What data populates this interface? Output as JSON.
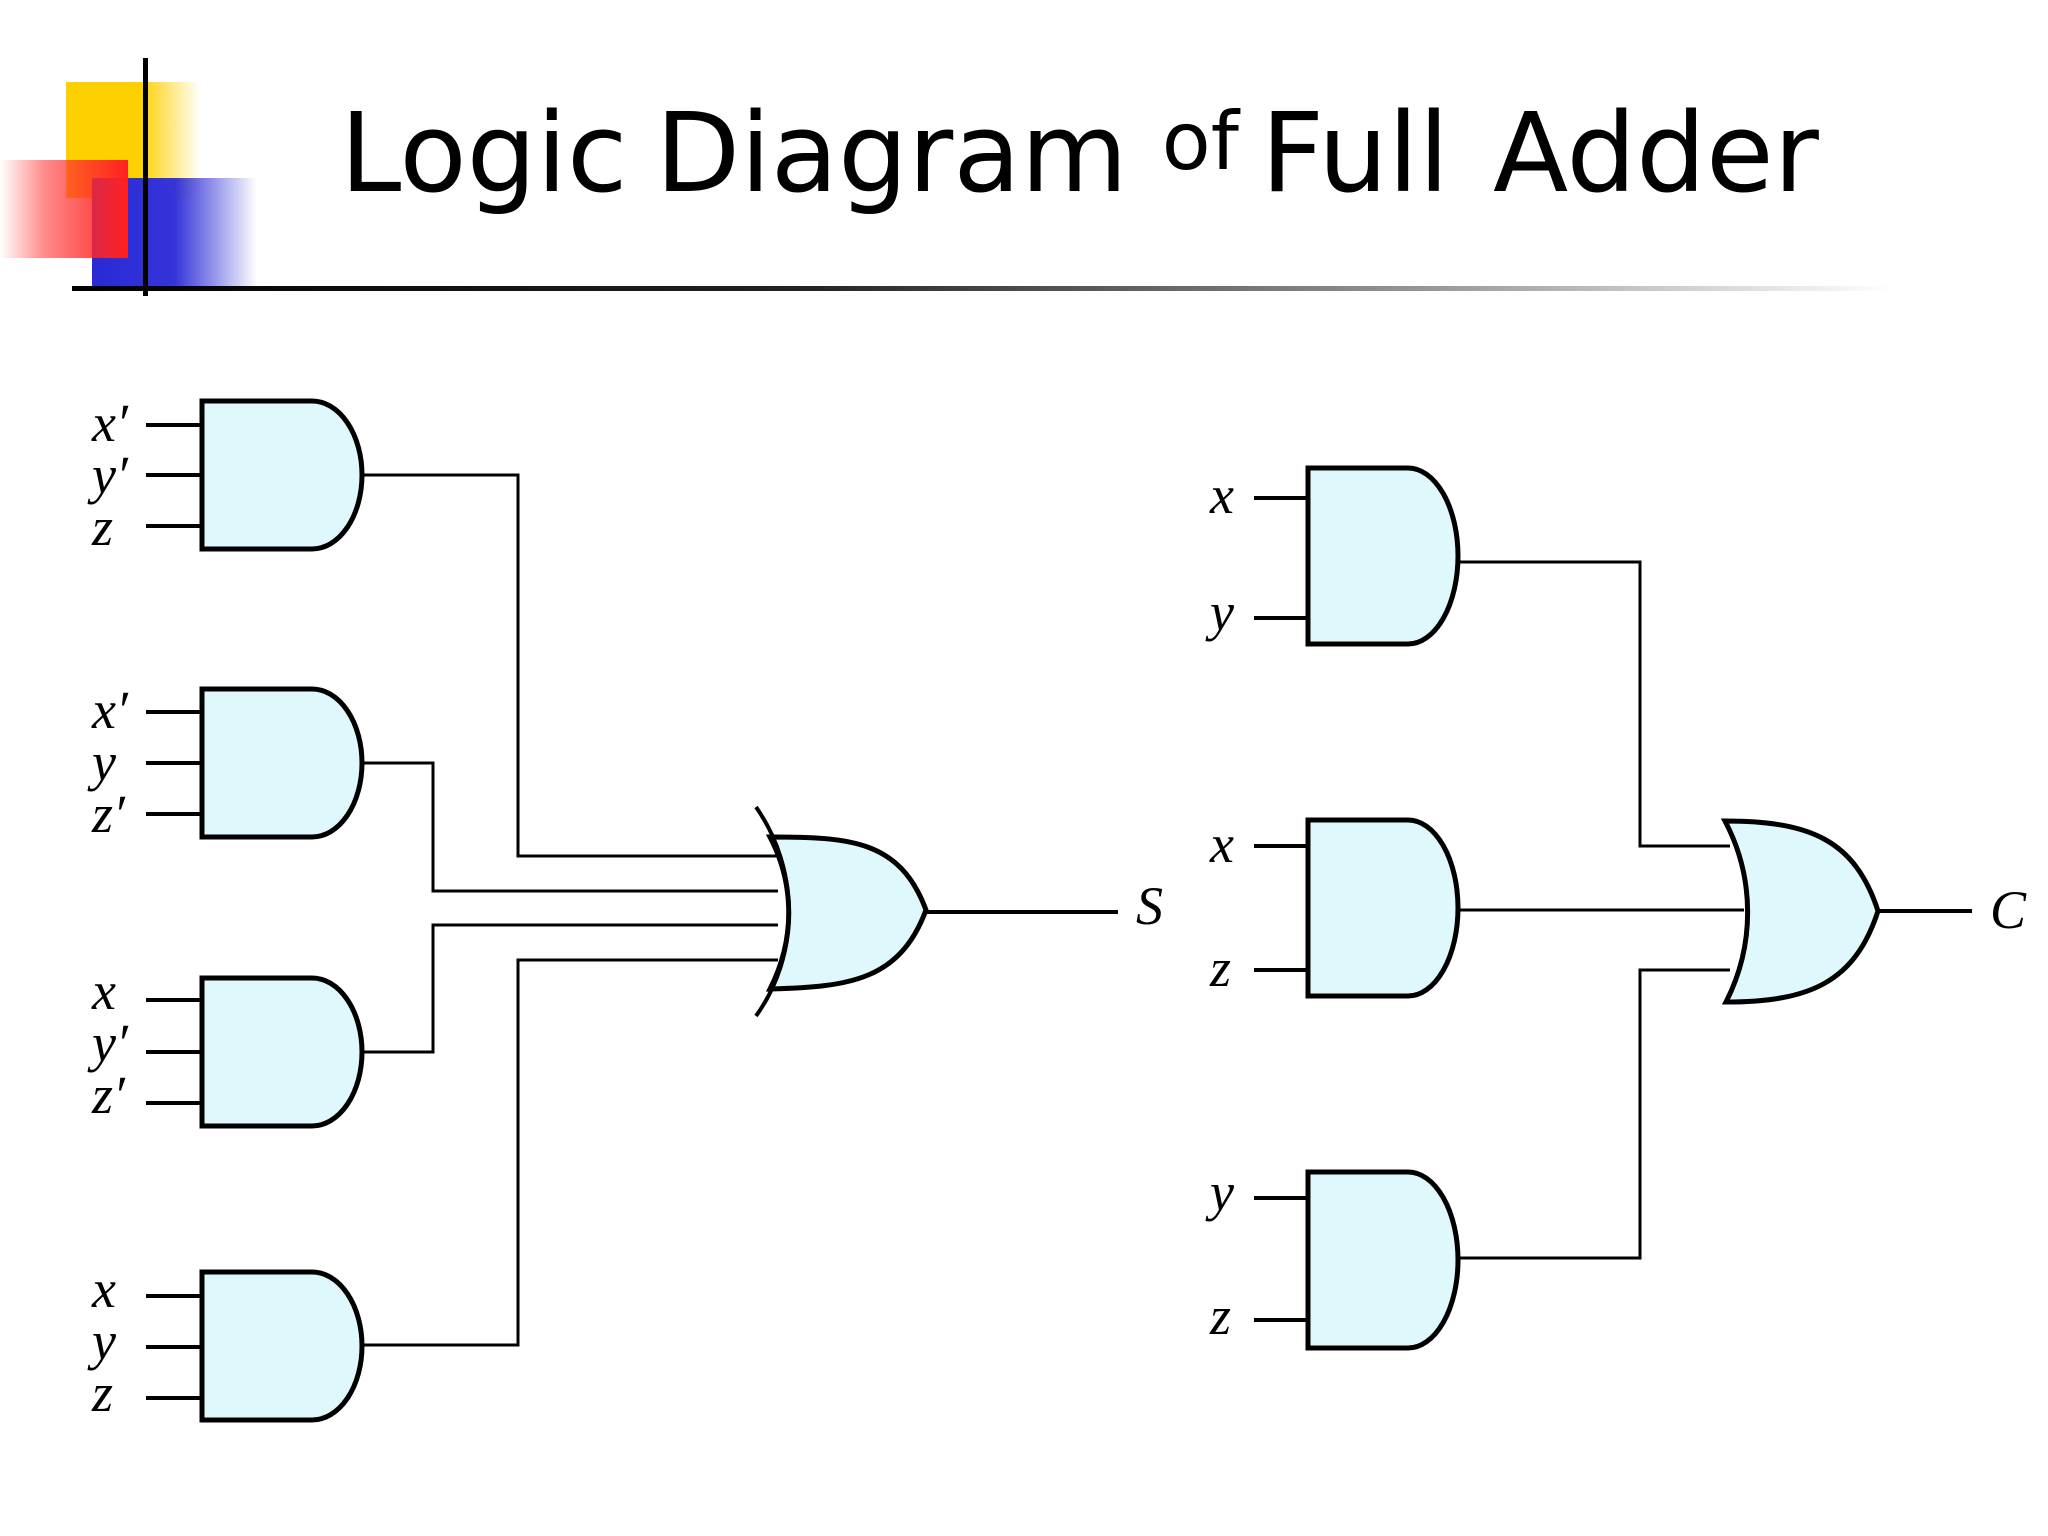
{
  "slide": {
    "title": {
      "part1": "Logic",
      "part2": "Diagram",
      "part3": "of",
      "part4": "Full",
      "part5": "Adder"
    }
  },
  "diagram": {
    "sum_inputs": [
      [
        "x′",
        "y′",
        "z"
      ],
      [
        "x′",
        "y",
        "z′"
      ],
      [
        "x",
        "y′",
        "z′"
      ],
      [
        "x",
        "y",
        "z"
      ]
    ],
    "carry_inputs": [
      [
        "x",
        "y"
      ],
      [
        "x",
        "z"
      ],
      [
        "y",
        "z"
      ]
    ],
    "sum_output": "S",
    "carry_output": "C",
    "gate_fill": "#dff8fc"
  }
}
